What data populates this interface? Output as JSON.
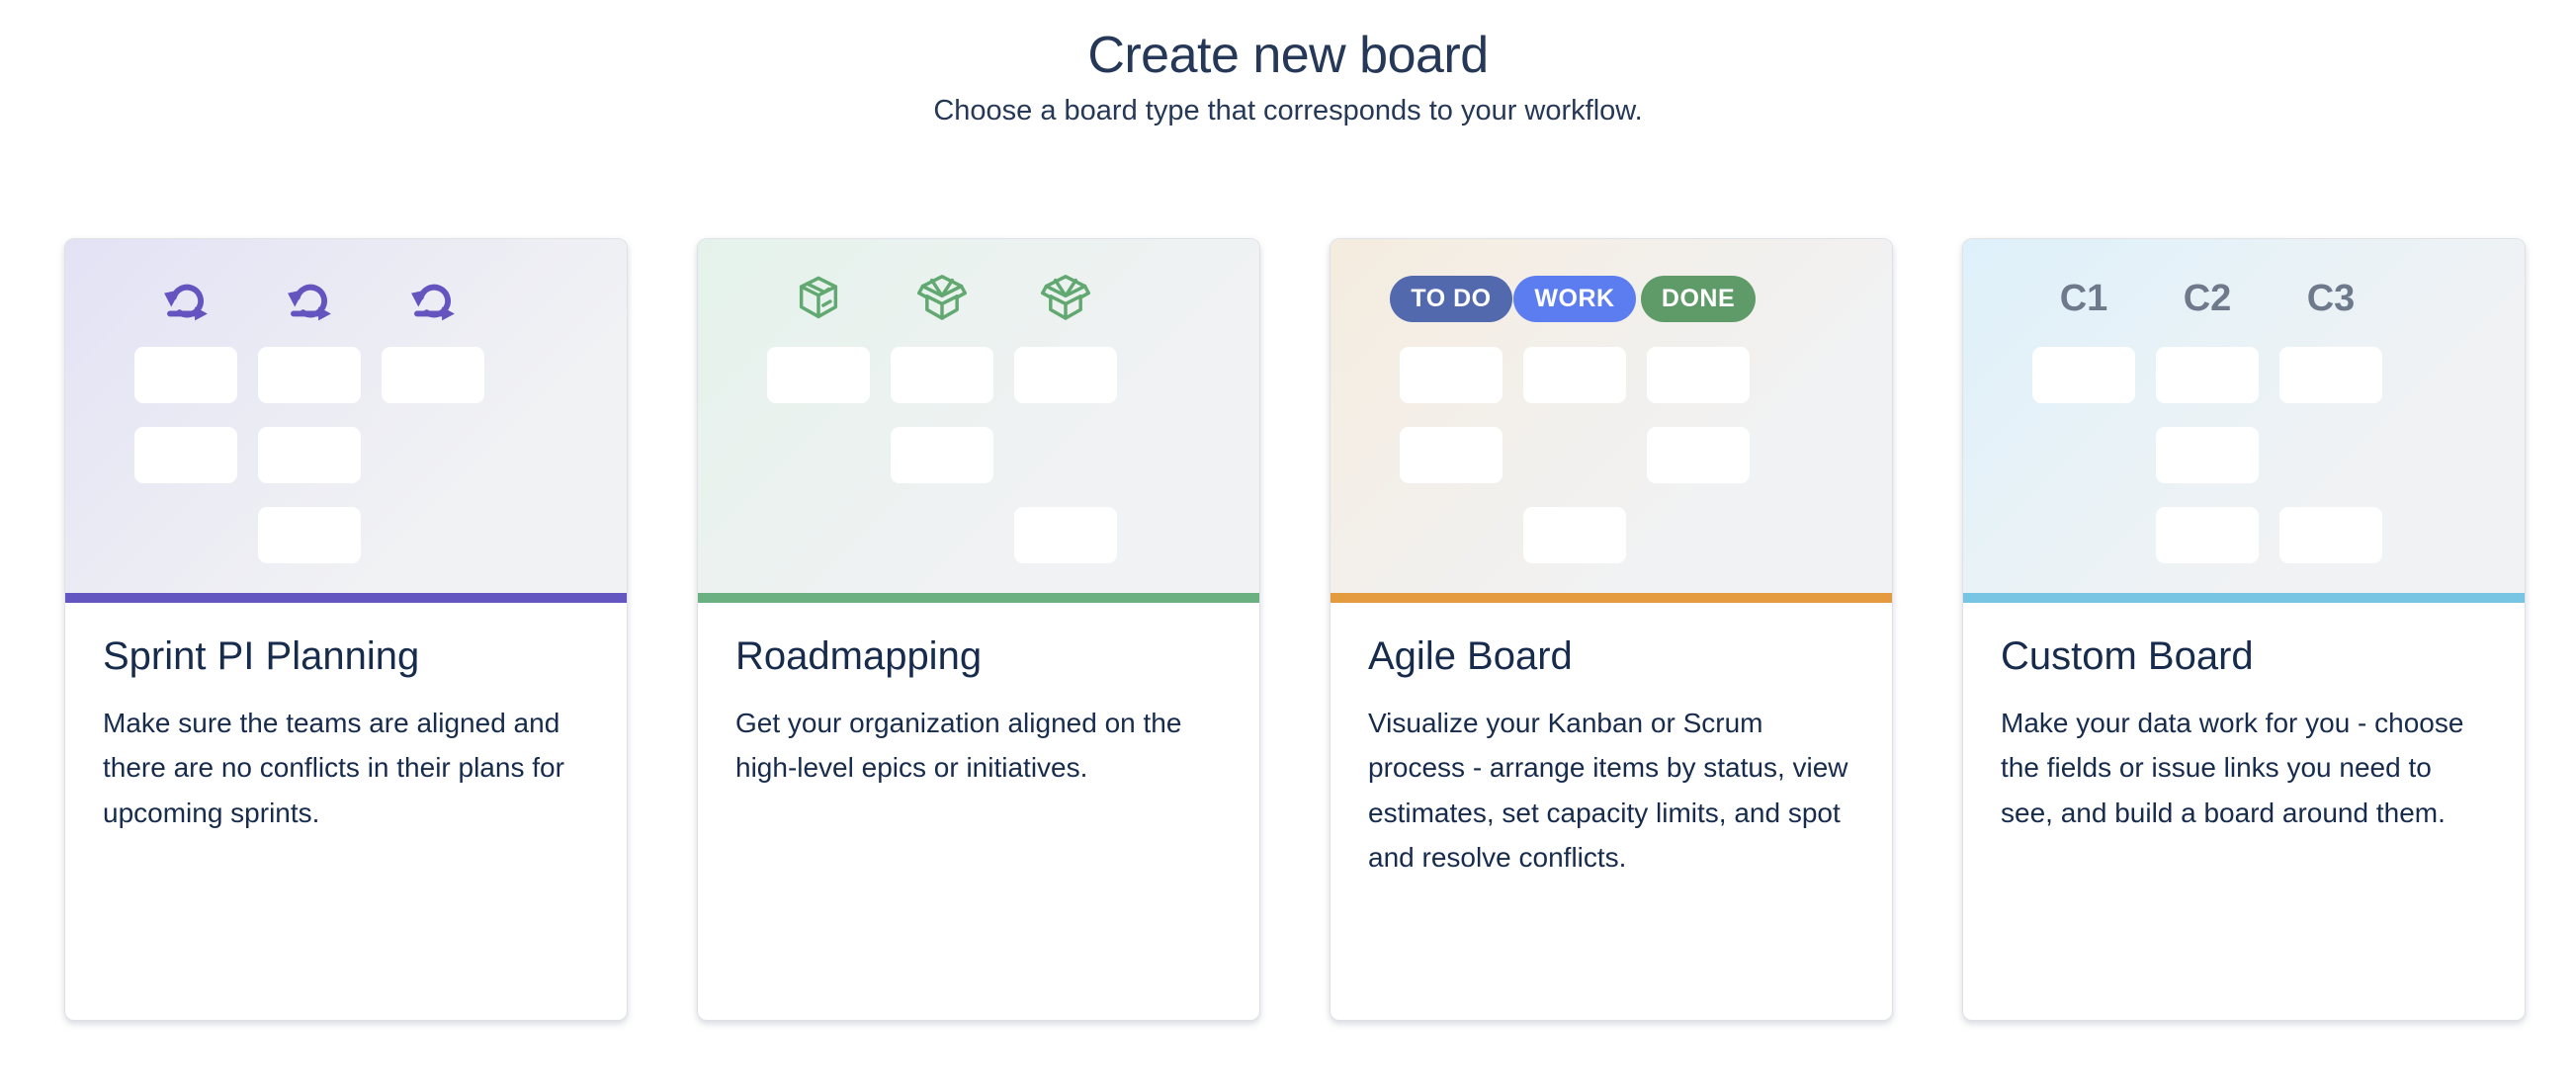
{
  "header": {
    "title": "Create new board",
    "subtitle": "Choose a board type that corresponds to your workflow."
  },
  "cards": [
    {
      "title": "Sprint PI Planning",
      "description": "Make sure the teams are aligned and there are no conflicts in their plans for upcoming sprints.",
      "accent_color": "#6456c0",
      "tint_color": "#e3e2f5",
      "icon_color": "#6554c0",
      "header_row": {
        "type": "icons",
        "icons": [
          "sprint-icon",
          "sprint-icon",
          "sprint-icon"
        ]
      },
      "grid": [
        [
          1,
          1,
          1
        ],
        [
          1,
          1,
          0
        ],
        [
          0,
          1,
          0
        ]
      ]
    },
    {
      "title": "Roadmapping",
      "description": "Get your organization aligned on the high-level epics or initiatives.",
      "accent_color": "#6ab080",
      "tint_color": "#e5f2eb",
      "icon_color": "#62a871",
      "header_row": {
        "type": "icons",
        "icons": [
          "box-closed-icon",
          "box-open-icon",
          "box-open-icon"
        ]
      },
      "grid": [
        [
          1,
          1,
          1
        ],
        [
          0,
          1,
          0
        ],
        [
          0,
          0,
          1
        ]
      ]
    },
    {
      "title": "Agile Board",
      "description": "Visualize your Kanban or Scrum process - arrange items by status, view estimates, set capacity limits, and spot and resolve conflicts.",
      "accent_color": "#e49b40",
      "tint_color": "#f5ecdf",
      "icon_color": "#e49b40",
      "header_row": {
        "type": "badges",
        "badges": [
          {
            "label": "TO DO",
            "color": "#5269ae"
          },
          {
            "label": "WORK",
            "color": "#5c7df0"
          },
          {
            "label": "DONE",
            "color": "#5f9b68"
          }
        ]
      },
      "grid": [
        [
          1,
          1,
          1
        ],
        [
          1,
          0,
          1
        ],
        [
          0,
          1,
          0
        ]
      ]
    },
    {
      "title": "Custom Board",
      "description": "Make your data work for you - choose the fields or issue links you need to see, and build a board around them.",
      "accent_color": "#77c5e3",
      "tint_color": "#def1fa",
      "icon_color": "#6e7a8c",
      "header_row": {
        "type": "labels",
        "labels": [
          "C1",
          "C2",
          "C3"
        ],
        "color": "#6e7a8c"
      },
      "grid": [
        [
          1,
          1,
          1
        ],
        [
          0,
          1,
          0
        ],
        [
          0,
          1,
          1
        ]
      ]
    }
  ]
}
